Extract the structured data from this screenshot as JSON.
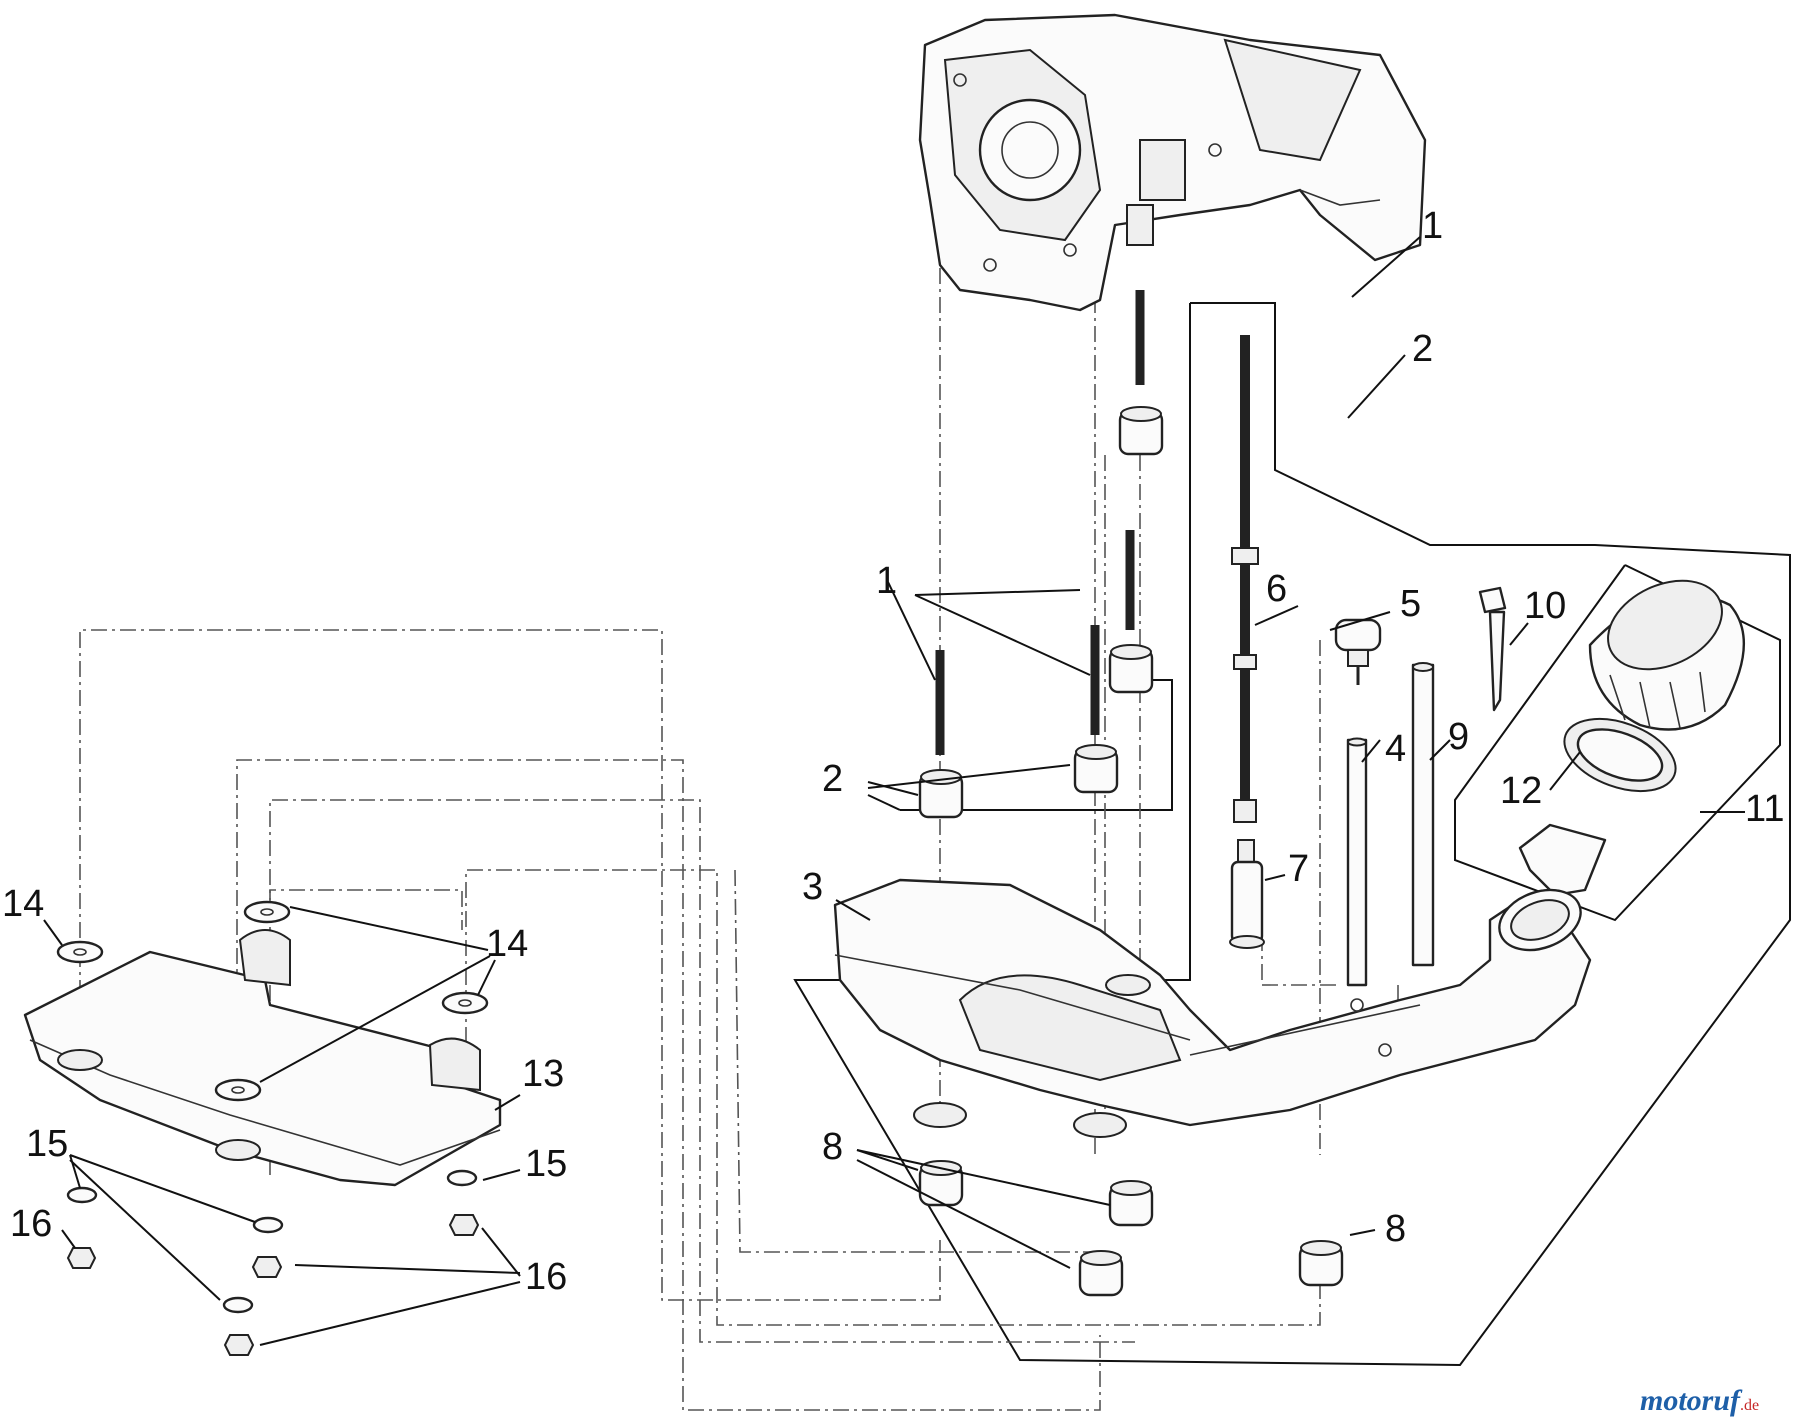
{
  "callouts": {
    "c1a": "1",
    "c1b": "1",
    "c2a": "2",
    "c2b": "2",
    "c3": "3",
    "c4": "4",
    "c5": "5",
    "c6": "6",
    "c7": "7",
    "c8a": "8",
    "c8b": "8",
    "c9": "9",
    "c10": "10",
    "c11": "11",
    "c12": "12",
    "c13": "13",
    "c14a": "14",
    "c14b": "14",
    "c15a": "15",
    "c15b": "15",
    "c16a": "16",
    "c16b": "16"
  },
  "watermark": {
    "brand": "motoruf",
    "tld": ".de"
  },
  "colors": {
    "line": "#111111",
    "dash": "#555555",
    "brand": "#1e5fa8",
    "tld": "#c62828"
  }
}
